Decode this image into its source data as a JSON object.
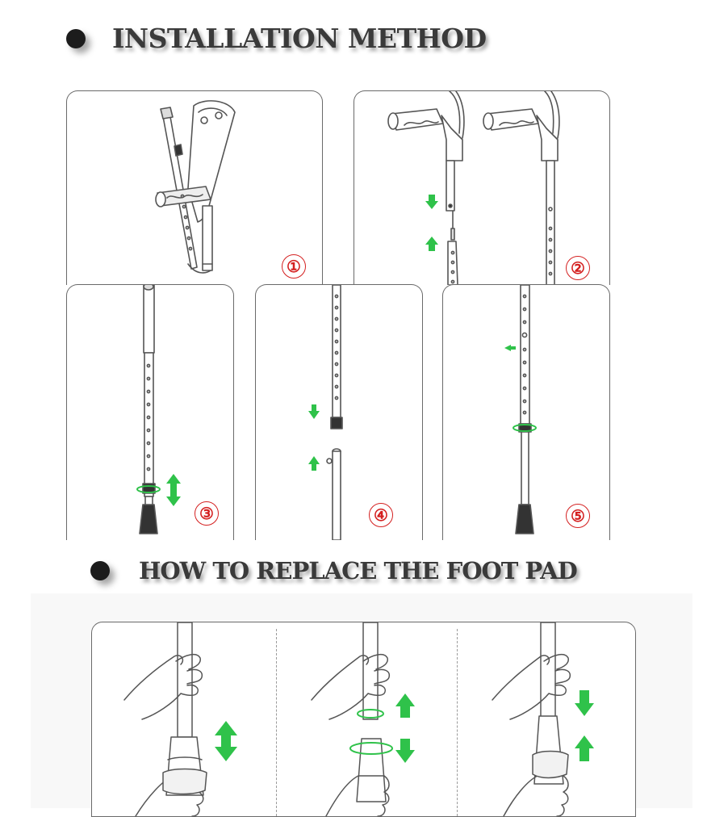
{
  "headings": {
    "installation": "INSTALLATION METHOD",
    "replace_foot_pad": "HOW TO REPLACE THE FOOT PAD"
  },
  "steps": [
    "①",
    "②",
    "③",
    "④",
    "⑤"
  ],
  "colors": {
    "arrow_green": "#2fc24a",
    "step_red": "#d42020",
    "line_gray": "#555555"
  },
  "icons": [
    "bullet-dot-icon",
    "crutch-icon",
    "green-arrow-icon",
    "rotate-ring-icon",
    "hand-icon",
    "foot-pad-icon"
  ]
}
